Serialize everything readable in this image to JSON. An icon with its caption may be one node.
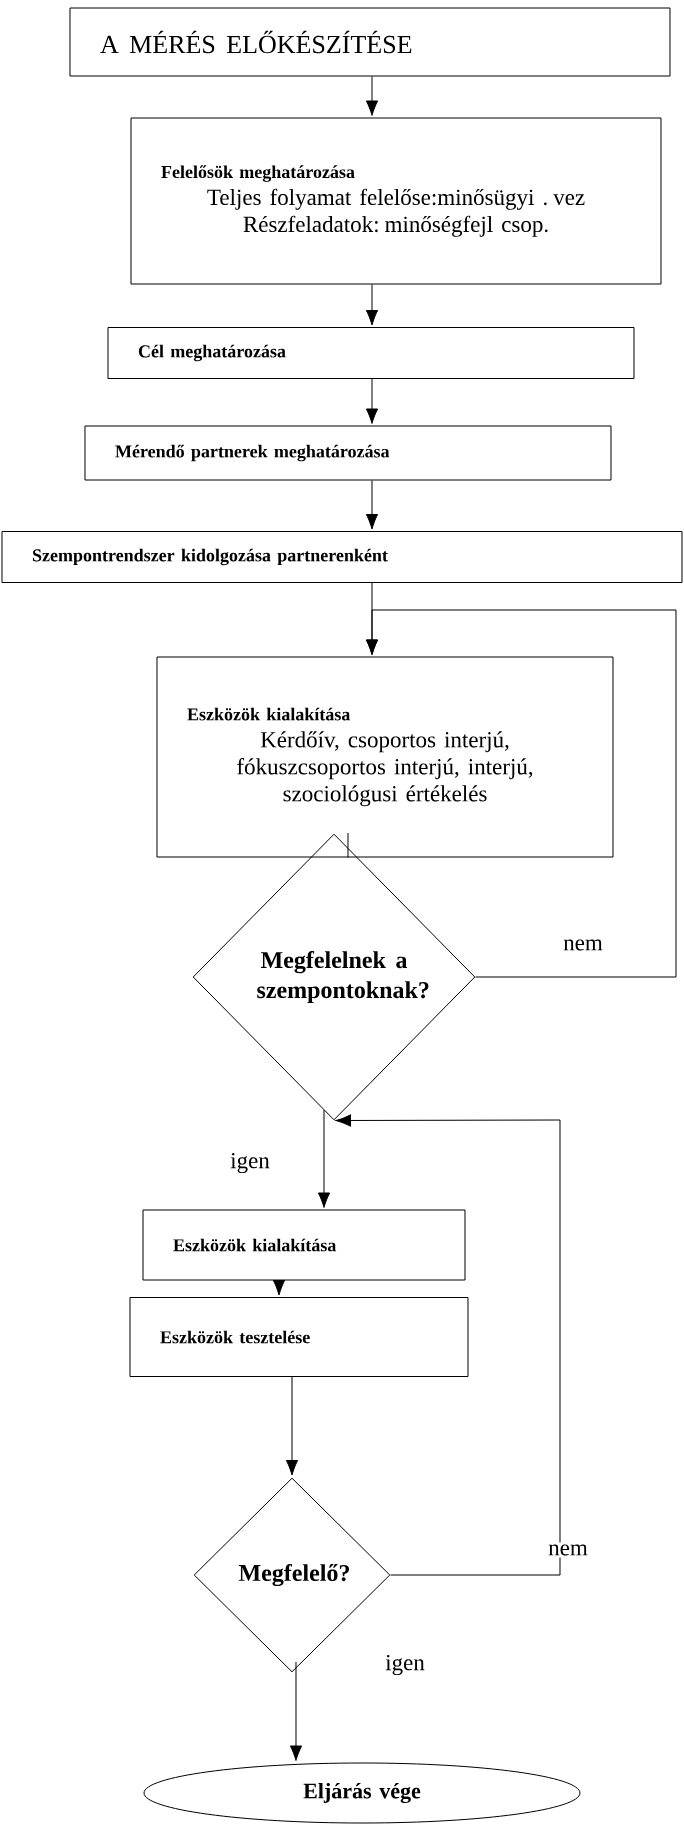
{
  "diagram": {
    "nodes": [
      {
        "text": [
          "A MÉRÉS ELŐKÉSZÍTÉSE"
        ]
      },
      {
        "text": [
          "Felelősök meghatározása",
          "Teljes folyamat felelőse:minősügyi . vez",
          "Részfeladatok: minőségfejl csop."
        ]
      },
      {
        "text": [
          "Cél meghatározása"
        ]
      },
      {
        "text": [
          "Mérendő partnerek meghatározása"
        ]
      },
      {
        "text": [
          "Szempontrendszer kidolgozása partnerenként"
        ]
      },
      {
        "text": [
          "Eszközök kialakítása",
          "Kérdőív, csoportos interjú, fókuszcsoportos interjú, interjú, szociológusi értékelés"
        ]
      },
      {
        "text": [
          "**Megfelelnek a szempontoknak**?"
        ]
      },
      {
        "text": [
          "Eszközök kialakítása"
        ]
      },
      {
        "text": [
          "Eszközök tesztelése"
        ]
      },
      {
        "text": [
          "Megfelelő?"
        ]
      },
      {
        "text": [
          "Eljárás vége"
        ]
      }
    ],
    "edges": [
      {
        "from": 0,
        "to": 1,
        "arrow": "to"
      },
      {
        "from": 1,
        "to": 2,
        "arrow": "to"
      },
      {
        "from": 2,
        "to": 3,
        "arrow": "to"
      },
      {
        "from": 3,
        "to": 4,
        "arrow": "to"
      },
      {
        "from": 4,
        "to": 5,
        "arrow": "to"
      },
      {
        "from": 5,
        "to": 6,
        "arrow": "none"
      },
      {
        "from": 6,
        "to": 5,
        "arrow": "to",
        "label": "nem"
      },
      {
        "from": 6,
        "to": 7,
        "arrow": "to",
        "label": "igen"
      },
      {
        "from": 7,
        "to": 8,
        "arrow": "to"
      },
      {
        "from": 8,
        "to": 9,
        "arrow": "to"
      },
      {
        "from": 9,
        "to": 6,
        "arrow": "to",
        "label": "nem"
      },
      {
        "from": 9,
        "to": 10,
        "arrow": "to",
        "label": "igen"
      }
    ]
  }
}
